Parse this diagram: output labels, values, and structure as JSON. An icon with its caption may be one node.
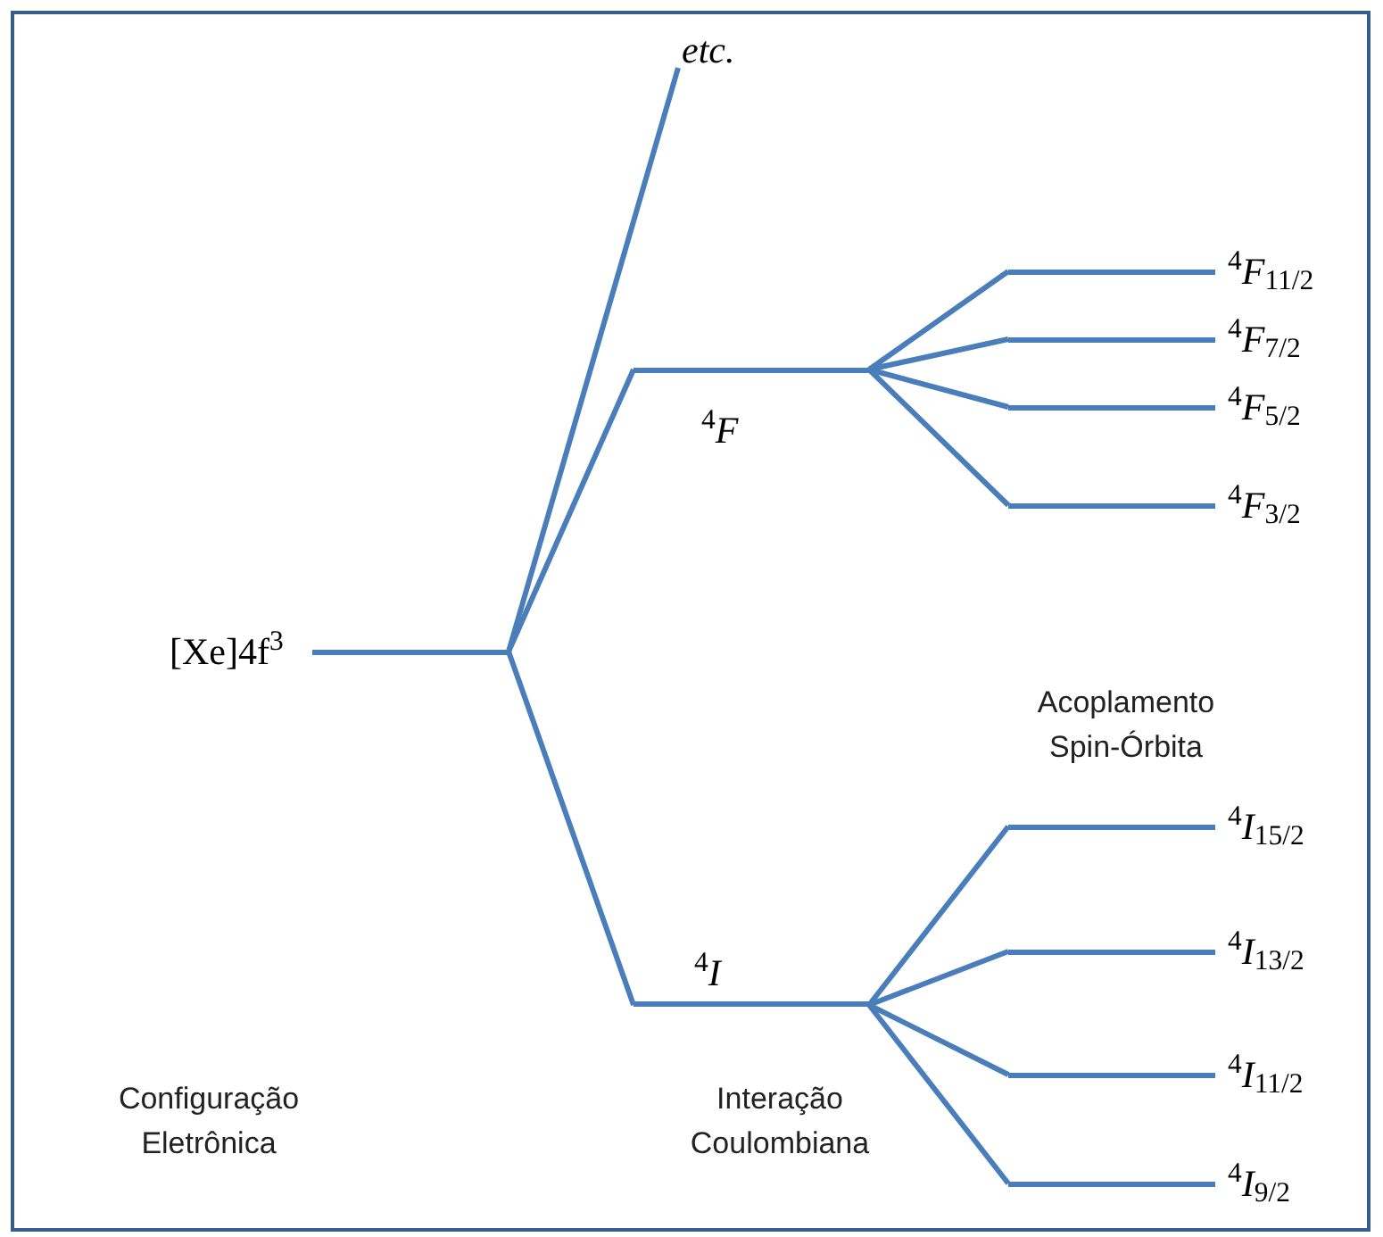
{
  "diagram": {
    "nodes": [
      {
        "text": [
          "[Xe]4f$^{3}$"
        ]
      },
      {
        "text": [
          "etc."
        ]
      },
      {
        "text": [
          "$^{4}$*F*"
        ]
      },
      {
        "text": [
          "$^{4}$*F*$_{11/2}$"
        ]
      },
      {
        "text": [
          "$^{4}$*F*$_{7/2}$"
        ]
      },
      {
        "text": [
          "$^{4}$*F*$_{5/2}$"
        ]
      },
      {
        "text": [
          "$^{4}$*F*$_{3/2}$"
        ]
      },
      {
        "text": [
          "$^{4}$*I*"
        ]
      },
      {
        "text": [
          "$^{4}$*I*$_{15/2}$"
        ]
      },
      {
        "text": [
          "$^{4}$*I*$_{13/2}$"
        ]
      },
      {
        "text": [
          "$^{4}$*I*$_{11/2}$"
        ]
      },
      {
        "text": [
          "$^{4}$*I*$_{9/2}$"
        ]
      }
    ],
    "edges": [
      {
        "from": 0,
        "to": 1,
        "arrow": "none"
      },
      {
        "from": 0,
        "to": 2,
        "arrow": "none"
      },
      {
        "from": 0,
        "to": 7,
        "arrow": "none"
      },
      {
        "from": 2,
        "to": 3,
        "arrow": "none"
      },
      {
        "from": 2,
        "to": 4,
        "arrow": "none"
      },
      {
        "from": 2,
        "to": 5,
        "arrow": "none"
      },
      {
        "from": 2,
        "to": 6,
        "arrow": "none"
      },
      {
        "from": 7,
        "to": 8,
        "arrow": "none"
      },
      {
        "from": 7,
        "to": 9,
        "arrow": "none"
      },
      {
        "from": 7,
        "to": 10,
        "arrow": "none"
      },
      {
        "from": 7,
        "to": 11,
        "arrow": "none"
      }
    ],
    "labels": [
      "Acoplamento Spin-Órbita",
      "Configuração Eletrônica",
      "Interação Coulombiana"
    ]
  }
}
